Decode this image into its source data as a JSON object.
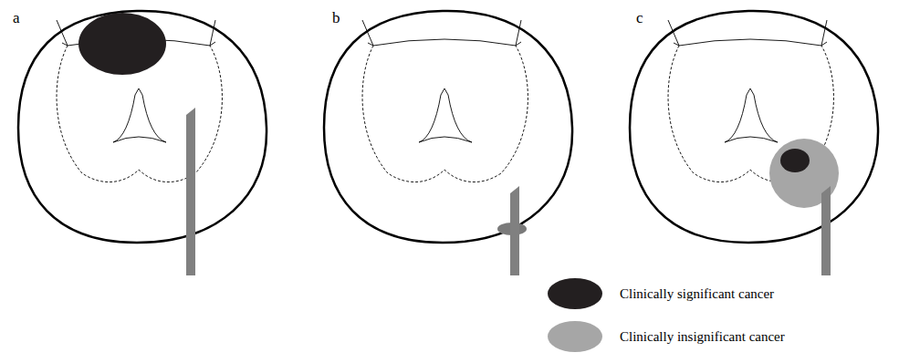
{
  "diagram": {
    "labels": [
      "a",
      "b",
      "c"
    ],
    "legend": [
      {
        "text": "Clinically significant cancer",
        "color": "#231f20"
      },
      {
        "text": "Clinically insignificant cancer",
        "color": "#a6a6a6"
      }
    ]
  }
}
